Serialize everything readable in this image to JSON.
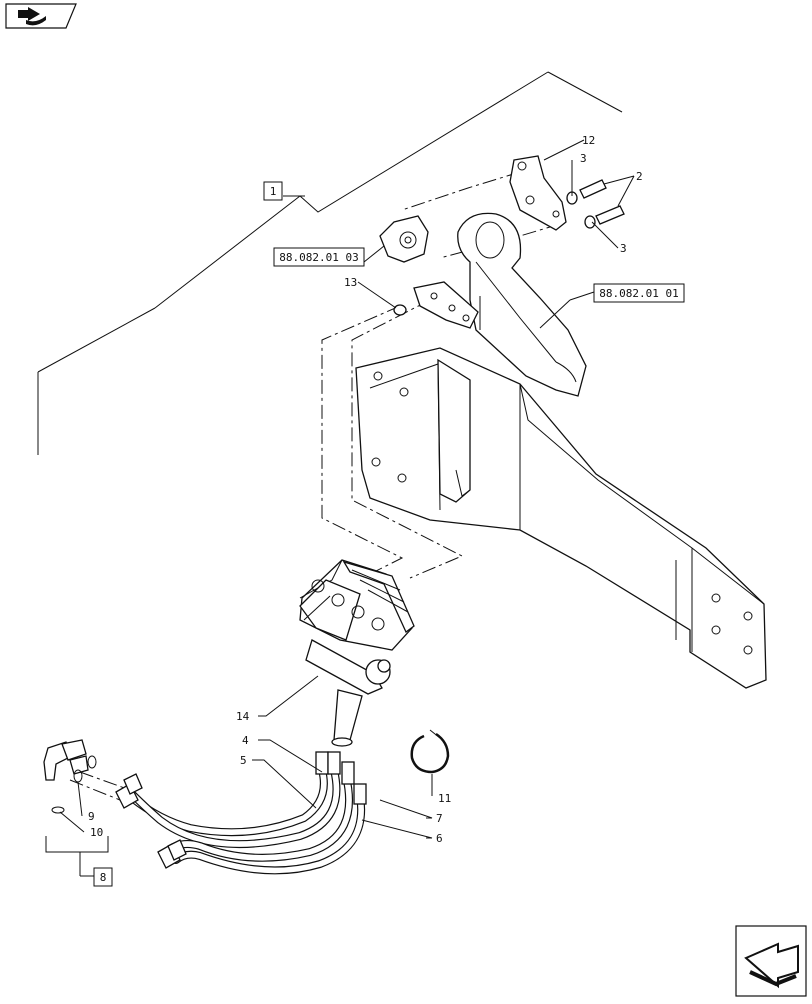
{
  "nav": {
    "top_icon": "book-arrow-icon",
    "bottom_icon": "next-page-arrow-icon"
  },
  "refs": {
    "r1": "1",
    "r2": "2",
    "r3a": "3",
    "r3b": "3",
    "r4": "4",
    "r5": "5",
    "r6": "6",
    "r7": "7",
    "r8": "8",
    "r9": "9",
    "r10": "10",
    "r11": "11",
    "r12": "12",
    "r13": "13",
    "r14": "14"
  },
  "links": {
    "link_a": "88.082.01 03",
    "link_b": "88.082.01 01"
  }
}
